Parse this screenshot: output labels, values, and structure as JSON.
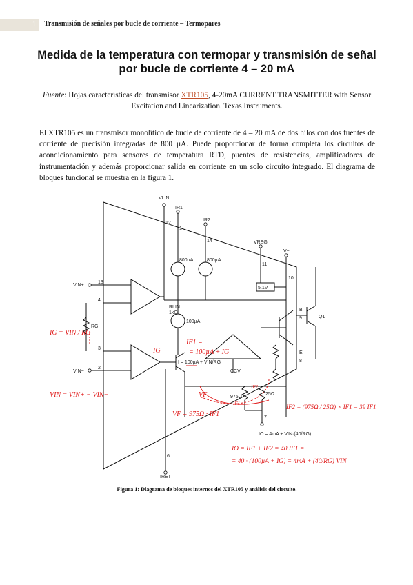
{
  "header": {
    "page_number": "1",
    "running_title": "Transmisión de señales por bucle de corriente – Termopares"
  },
  "title": "Medida de la temperatura con termopar y transmisión de señal por bucle de corriente 4 – 20 mA",
  "source": {
    "label": "Fuente",
    "pre": ": Hojas características del transmisor ",
    "link": "XTR105",
    "post": ", 4-20mA CURRENT TRANSMITTER with Sensor Excitation and Linearization. Texas Instruments."
  },
  "paragraph": "El XTR105 es un transmisor monolítico de bucle de corriente de 4 – 20 mA de dos hilos con dos fuentes de corriente de precisión integradas de 800 µA. Puede proporcionar de forma completa los circuitos de acondicionamiento para sensores de temperatura RTD, puentes de resistencias, amplificadores de instrumentación y además proporcionar salida en corriente en un solo circuito integrado. El diagrama de bloques funcional se muestra en la figura 1.",
  "diagram": {
    "labels": {
      "vlin": "VLIN",
      "ir1": "IR1",
      "ir2": "IR2",
      "vreg": "VREG",
      "vplus": "V+",
      "pin12": "12",
      "pin1": "1",
      "pin14": "14",
      "pin11": "11",
      "pin10": "10",
      "pin13": "13",
      "pin4": "4",
      "pin3": "3",
      "pin2": "2",
      "pin6": "6",
      "pin7": "7",
      "pin9": "9",
      "pin8": "8",
      "src1": "800µA",
      "src2": "800µA",
      "src3": "100µA",
      "ref": "5.1V",
      "rlin": "RLIN",
      "rlin_val": "1kΩ",
      "rg": "RG",
      "vin_p": "VIN+",
      "vin_m": "VIN−",
      "b": "B",
      "e": "E",
      "q1": "Q1",
      "ccv": "CCV",
      "r975": "975Ω",
      "r25": "25Ω",
      "ib_eq": "I = 100µA + VIN/RG",
      "io_eq": "IO = 4mA + VIN·(40/RG)",
      "iret": "IRET"
    },
    "annotations": {
      "ig_def": "IG = VIN / RG",
      "vin_def": "VIN = VIN+ − VIN−",
      "ig": "IG",
      "if1_1": "IF1 =",
      "if1_2": "= 100µA + IG",
      "vf": "VF",
      "if1": "IF1",
      "if2": "IF2",
      "vf_eq": "VF = 975Ω · IF1",
      "if2_eq": "IF2 = (975Ω / 25Ω) × IF1 = 39 IF1",
      "io_1": "IO = IF1 + IF2 = 40 IF1 =",
      "io_2": "= 40 · (100µA + IG) = 4mA + (40/RG) VIN"
    }
  },
  "caption": "Figura 1: Diagrama de bloques internos del XTR105 y análisis del circuito."
}
